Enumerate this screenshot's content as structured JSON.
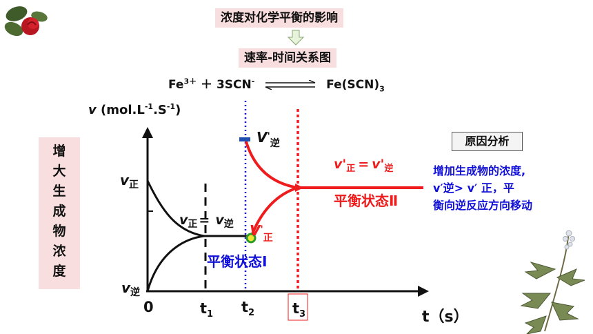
{
  "header": {
    "title": "浓度对化学平衡的影响",
    "subtitle": "速率-时间关系图"
  },
  "equation": {
    "fe": "Fe",
    "fe_charge": "3＋",
    "plus": "＋",
    "scn": "3SCN",
    "scn_charge": "-",
    "product": "Fe(SCN)",
    "product_sub": "3"
  },
  "axes": {
    "y_symbol": "v",
    "y_unit_a": "(mol.L",
    "y_unit_exp1": "-1",
    "y_unit_b": ".S",
    "y_unit_exp2": "-1",
    "y_unit_c": ")",
    "x_label": "t（s）",
    "origin": "0"
  },
  "side_label": [
    "增",
    "大",
    "生",
    "成",
    "物",
    "浓",
    "度"
  ],
  "labels": {
    "v_fwd_base": "v",
    "v_fwd_sub": "正",
    "v_rev_base": "v",
    "v_rev_sub": "逆",
    "v_eq_left_sub": "正",
    "v_eq_equals": "=",
    "v_eq_right_sub": "逆",
    "v_rev_prime": "V",
    "v_rev_prime_mark": "'",
    "v_rev_prime_sub": "逆",
    "v_fwd_prime": "V",
    "v_fwd_prime_mark": "'",
    "v_fwd_prime_sub": "正",
    "red_eq_left": "v'",
    "red_eq_left_sub": "正",
    "red_eq_equals": "=",
    "red_eq_right": "v'",
    "red_eq_right_sub": "逆",
    "state1": "平衡状态Ⅰ",
    "state2": "平衡状态Ⅱ",
    "t1": "t",
    "t1_sub": "1",
    "t2": "t",
    "t2_sub": "2",
    "t3": "t",
    "t3_sub": "3"
  },
  "reason": {
    "title": "原因分析",
    "lines": [
      "增加生成物的浓度,",
      "v′逆> v′ 正，平",
      "衡向逆反应方向移动"
    ]
  },
  "colors": {
    "pink": "#f8dede",
    "red": "#ee1c1c",
    "blue": "#1010d8",
    "black": "#111111"
  }
}
